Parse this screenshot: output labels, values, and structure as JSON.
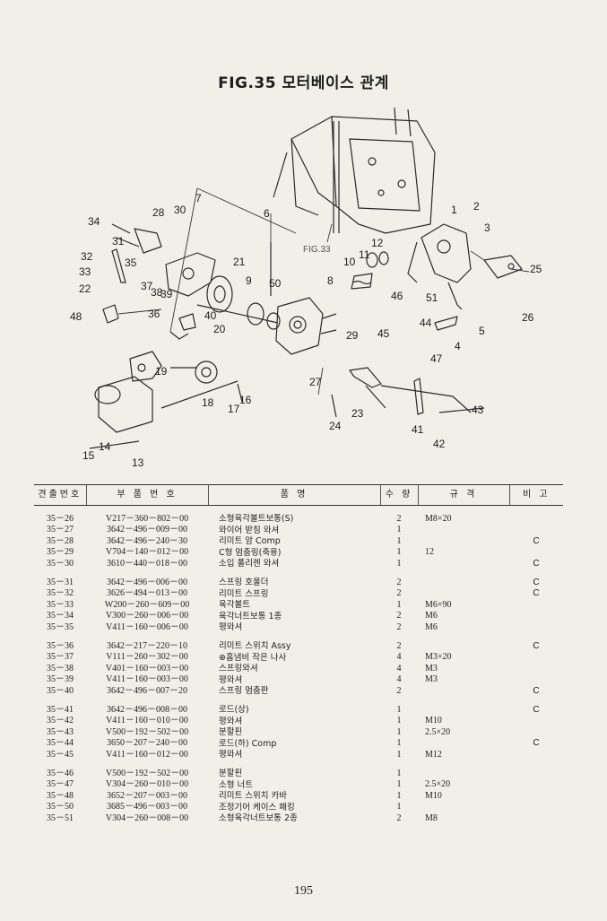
{
  "title": "FIG.35 모터베이스 관계",
  "figure_ref": "FIG.33",
  "callouts": [
    "1",
    "2",
    "3",
    "4",
    "5",
    "6",
    "7",
    "8",
    "9",
    "10",
    "11",
    "12",
    "13",
    "14",
    "15",
    "16",
    "17",
    "18",
    "19",
    "20",
    "21",
    "22",
    "23",
    "24",
    "25",
    "26",
    "27",
    "28",
    "29",
    "30",
    "31",
    "32",
    "33",
    "34",
    "35",
    "36",
    "37",
    "38",
    "39",
    "40",
    "41",
    "42",
    "43",
    "44",
    "45",
    "46",
    "47",
    "48",
    "50",
    "51"
  ],
  "table": {
    "headers": [
      "견출번호",
      "부 품 번 호",
      "품 명",
      "수 량",
      "규 격",
      "비 고"
    ],
    "groups": [
      [
        {
          "no": "35－26",
          "part": "V217－360－802－00",
          "name": "소형육각볼트보통(S)",
          "qty": "2",
          "spec": "M8×20",
          "remark": ""
        },
        {
          "no": "35－27",
          "part": "3642－496－009－00",
          "name": "와이어 받침 와셔",
          "qty": "1",
          "spec": "",
          "remark": ""
        },
        {
          "no": "35－28",
          "part": "3642－496－240－30",
          "name": "리미트 암 Comp",
          "qty": "1",
          "spec": "",
          "remark": "C"
        },
        {
          "no": "35－29",
          "part": "V704－140－012－00",
          "name": "C형 멈춤링(축용)",
          "qty": "1",
          "spec": "12",
          "remark": ""
        },
        {
          "no": "35－30",
          "part": "3610－440－018－00",
          "name": "소입 폴리렌 와셔",
          "qty": "1",
          "spec": "",
          "remark": "C"
        }
      ],
      [
        {
          "no": "35－31",
          "part": "3642－496－006－00",
          "name": "스프링 호울더",
          "qty": "2",
          "spec": "",
          "remark": "C"
        },
        {
          "no": "35－32",
          "part": "3626－494－013－00",
          "name": "리미트 스프링",
          "qty": "2",
          "spec": "",
          "remark": "C"
        },
        {
          "no": "35－33",
          "part": "W200－260－609－00",
          "name": "육각볼트",
          "qty": "1",
          "spec": "M6×90",
          "remark": ""
        },
        {
          "no": "35－34",
          "part": "V300－260－006－00",
          "name": "육각너트보통 1종",
          "qty": "2",
          "spec": "M6",
          "remark": ""
        },
        {
          "no": "35－35",
          "part": "V411－160－006－00",
          "name": "평와셔",
          "qty": "2",
          "spec": "M6",
          "remark": ""
        }
      ],
      [
        {
          "no": "35－36",
          "part": "3642－217－220－10",
          "name": "리미트 스위치 Assy",
          "qty": "2",
          "spec": "",
          "remark": "C"
        },
        {
          "no": "35－37",
          "part": "V111－260－302－00",
          "name": "⊕홈냄비 작은 나사",
          "qty": "4",
          "spec": "M3×20",
          "remark": ""
        },
        {
          "no": "35－38",
          "part": "V401－160－003－00",
          "name": "스프링와셔",
          "qty": "4",
          "spec": "M3",
          "remark": ""
        },
        {
          "no": "35－39",
          "part": "V411－160－003－00",
          "name": "평와셔",
          "qty": "4",
          "spec": "M3",
          "remark": ""
        },
        {
          "no": "35－40",
          "part": "3642－496－007－20",
          "name": "스프링 멈춤판",
          "qty": "2",
          "spec": "",
          "remark": "C"
        }
      ],
      [
        {
          "no": "35－41",
          "part": "3642－496－008－00",
          "name": "로드(상)",
          "qty": "1",
          "spec": "",
          "remark": "C"
        },
        {
          "no": "35－42",
          "part": "V411－160－010－00",
          "name": "평와셔",
          "qty": "1",
          "spec": "M10",
          "remark": ""
        },
        {
          "no": "35－43",
          "part": "V500－192－502－00",
          "name": "분할핀",
          "qty": "1",
          "spec": "2.5×20",
          "remark": ""
        },
        {
          "no": "35－44",
          "part": "3650－207－240－00",
          "name": "로드(하) Comp",
          "qty": "1",
          "spec": "",
          "remark": "C"
        },
        {
          "no": "35－45",
          "part": "V411－160－012－00",
          "name": "평와셔",
          "qty": "1",
          "spec": "M12",
          "remark": ""
        }
      ],
      [
        {
          "no": "35－46",
          "part": "V500－192－502－00",
          "name": "분할핀",
          "qty": "1",
          "spec": "",
          "remark": ""
        },
        {
          "no": "35－47",
          "part": "V304－260－010－00",
          "name": "소형 너트",
          "qty": "1",
          "spec": "2.5×20",
          "remark": ""
        },
        {
          "no": "35－48",
          "part": "3652－207－003－00",
          "name": "리미트 스위치 카바",
          "qty": "1",
          "spec": "M10",
          "remark": ""
        },
        {
          "no": "35－50",
          "part": "3685－496－003－00",
          "name": "조정기어 케이스 패킹",
          "qty": "1",
          "spec": "",
          "remark": ""
        },
        {
          "no": "35－51",
          "part": "V304－260－008－00",
          "name": "소형육각너트보통 2종",
          "qty": "2",
          "spec": "M8",
          "remark": ""
        }
      ]
    ]
  },
  "page_number": "195"
}
